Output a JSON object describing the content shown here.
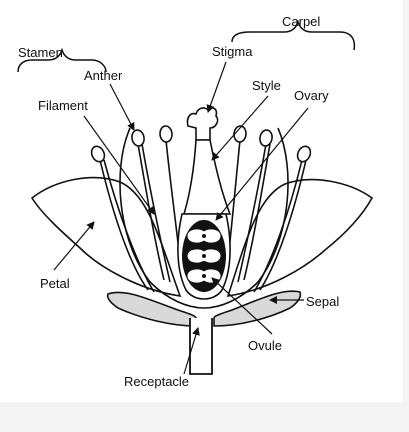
{
  "labels": {
    "carpel": "Carpel",
    "stamen": "Stamen",
    "stigma": "Stigma",
    "anther": "Anther",
    "style": "Style",
    "ovary": "Ovary",
    "filament": "Filament",
    "petal": "Petal",
    "sepal": "Sepal",
    "ovule": "Ovule",
    "receptacle": "Receptacle"
  },
  "colors": {
    "line": "#111111",
    "ovary_fill": "#111111",
    "sepal_fill": "#d9d9d9"
  }
}
